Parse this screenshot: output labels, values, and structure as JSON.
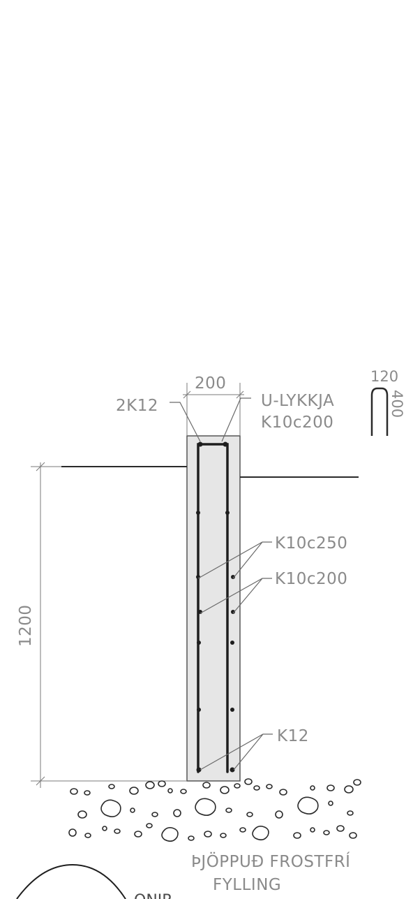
{
  "labels": {
    "width_dim": "200",
    "top_bars": "2K12",
    "u_loop_name": "U-LYKKJA",
    "u_loop_spec": "K10c200",
    "loop_width": "120",
    "loop_height": "400",
    "depth_dim": "1200",
    "stirrups_upper": "K10c250",
    "stirrups_lower": "K10c200",
    "main_bars": "K12",
    "fill_line1": "ÞJÖPPUÐ FROSTFRÍ",
    "fill_line2": "FYLLING",
    "section_partial": "ONIR"
  },
  "colors": {
    "concrete_fill": "#e6e6e6",
    "label_gray": "#8a8a8a",
    "line_dark": "#1e1e1e"
  }
}
